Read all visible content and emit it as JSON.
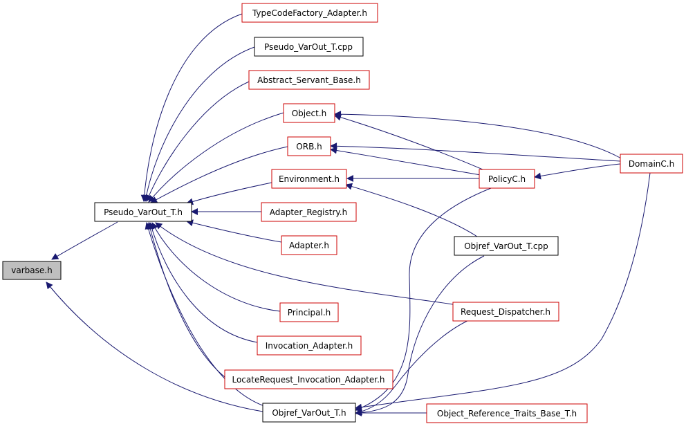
{
  "colors": {
    "edge": "#191970",
    "documented_border": "#000000",
    "undocumented_border": "#cc0000",
    "root_fill": "#bfbfbf",
    "node_fill": "#ffffff"
  },
  "nodes": {
    "varbase": "varbase.h",
    "pseudo_varout_h": "Pseudo_VarOut_T.h",
    "typecodefactory": "TypeCodeFactory_Adapter.h",
    "pseudo_varout_cpp": "Pseudo_VarOut_T.cpp",
    "abstract_servant": "Abstract_Servant_Base.h",
    "object_h": "Object.h",
    "orb_h": "ORB.h",
    "environment_h": "Environment.h",
    "adapter_registry": "Adapter_Registry.h",
    "adapter_h": "Adapter.h",
    "principal_h": "Principal.h",
    "invocation_adapter": "Invocation_Adapter.h",
    "locaterequest": "LocateRequest_Invocation_Adapter.h",
    "objref_varout_h": "Objref_VarOut_T.h",
    "policyc": "PolicyC.h",
    "domainc": "DomainC.h",
    "objref_varout_cpp": "Objref_VarOut_T.cpp",
    "request_dispatcher": "Request_Dispatcher.h",
    "object_ref_traits": "Object_Reference_Traits_Base_T.h"
  }
}
